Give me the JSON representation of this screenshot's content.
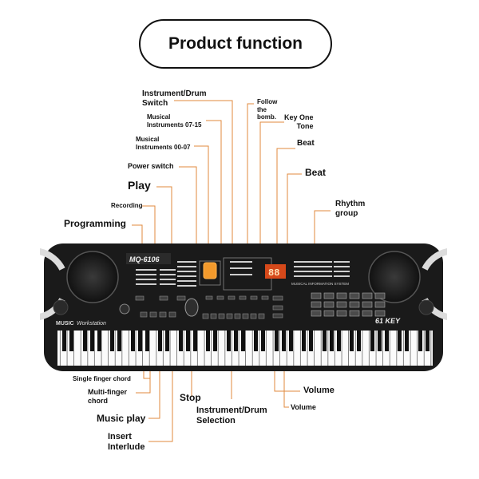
{
  "title": "Product function",
  "keyboard": {
    "model": "MQ-6106",
    "brand_line_1": "MUSIC",
    "brand_line_2": "Workstation",
    "key_badge": "61 KEY",
    "display_text": "88",
    "panel_caption": "MUSICAL INFORMATION SYSTEM"
  },
  "labels": {
    "instrument_drum_switch": "Instrument/Drum\nSwitch",
    "follow_the_bomb": "Follow\nthe\nbomb.",
    "key_one_tone": "Key One\nTone",
    "musical_instruments_07_15": "Musical\nInstruments 07-15",
    "musical_instruments_00_07": "Musical\nInstruments 00-07",
    "beat_small": "Beat",
    "power_switch": "Power switch",
    "beat_large": "Beat",
    "play": "Play",
    "recording": "Recording",
    "rhythm_group": "Rhythm\ngroup",
    "programming": "Programming",
    "single_finger_chord": "Single finger chord",
    "multi_finger_chord": "Multi-finger\nchord",
    "stop": "Stop",
    "volume_large": "Volume",
    "instrument_drum_selection": "Instrument/Drum\nSelection",
    "volume_small": "Volume",
    "music_play": "Music play",
    "insert_interlude": "Insert\nInterlude"
  },
  "colors": {
    "leader_line": "#e08a3c",
    "keyboard_body": "#1a1a1a"
  }
}
